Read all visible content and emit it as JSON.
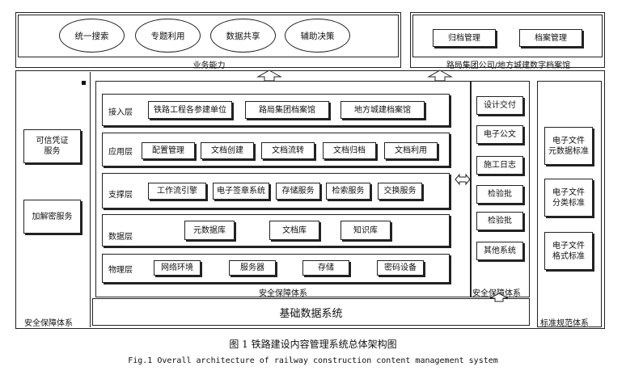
{
  "business": {
    "label": "业务能力",
    "items": [
      "统一搜索",
      "专题利用",
      "数据共享",
      "辅助决策"
    ]
  },
  "archive_hall": {
    "label": "路局集团公司/地方城建数字档案馆",
    "items": [
      "归档管理",
      "档案管理"
    ]
  },
  "security_left": {
    "label": "安全保障体系",
    "items": [
      "可信凭证\n服务",
      "加解密服务"
    ]
  },
  "layers": {
    "access": {
      "label": "接入层",
      "items": [
        "铁路工程各参建单位",
        "路局集团档案馆",
        "地方城建档案馆"
      ]
    },
    "application": {
      "label": "应用层",
      "items": [
        "配置管理",
        "文档创建",
        "文档流转",
        "文档归档",
        "文档利用"
      ]
    },
    "support": {
      "label": "支撑层",
      "items": [
        "工作流引擎",
        "电子签章系统",
        "存储服务",
        "检索服务",
        "交换服务"
      ]
    },
    "data": {
      "label": "数据层",
      "items": [
        "元数据库",
        "文档库",
        "知识库"
      ]
    },
    "physical": {
      "label": "物理层",
      "items": [
        "网络环境",
        "服务器",
        "存储",
        "密码设备"
      ]
    }
  },
  "center_security_label": "安全保障体系",
  "sources": {
    "label": "安全保障体系",
    "items": [
      "设计交付",
      "电子公文",
      "施工日志",
      "检验批",
      "检验批",
      "其他系统"
    ]
  },
  "standards": {
    "label": "标准规范体系",
    "items": [
      "电子文件\n元数据标准",
      "电子文件\n分类标准",
      "电子文件\n格式标准"
    ]
  },
  "base_data": "基础数据系统",
  "caption": {
    "zh": "图 1 铁路建设内容管理系统总体架构图",
    "en": "Fig.1 Overall architecture of railway construction content management system"
  }
}
